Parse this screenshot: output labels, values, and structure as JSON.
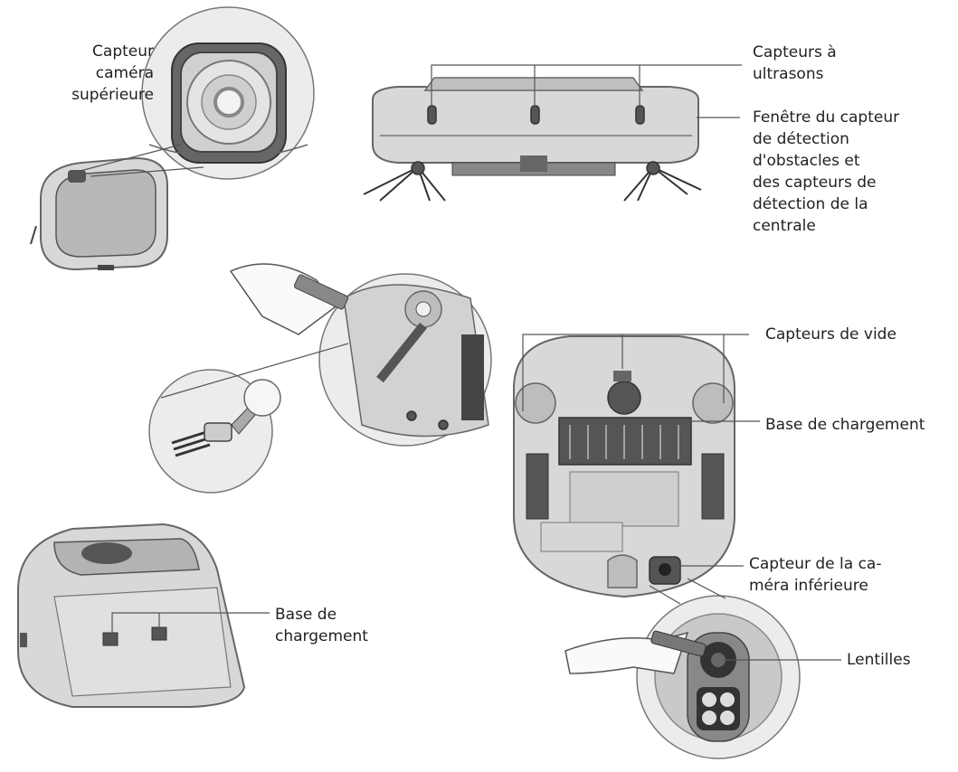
{
  "labels": {
    "top_camera": "Capteur\ncaméra\nsupérieure",
    "ultrasonic": "Capteurs à\nultrasons",
    "obstacle_window": "Fenêtre du capteur\nde détection\nd'obstacles et\ndes capteurs de\ndétection de la\ncentrale",
    "cliff_sensors": "Capteurs de vide",
    "charging_contacts_robot": "Base de chargement",
    "bottom_camera": "Capteur de la ca-\nméra inférieure",
    "charging_base": "Base de\nchargement",
    "lenses": "Lentilles"
  },
  "icons": {
    "top_view": "robot-top-view-illustration",
    "side_view": "robot-side-view-illustration",
    "bottom_view": "robot-bottom-view-illustration",
    "brush_detail": "cleaning-brush-detail-illustration",
    "dock": "charging-dock-illustration",
    "lens_detail": "lens-cleaning-detail-illustration"
  }
}
